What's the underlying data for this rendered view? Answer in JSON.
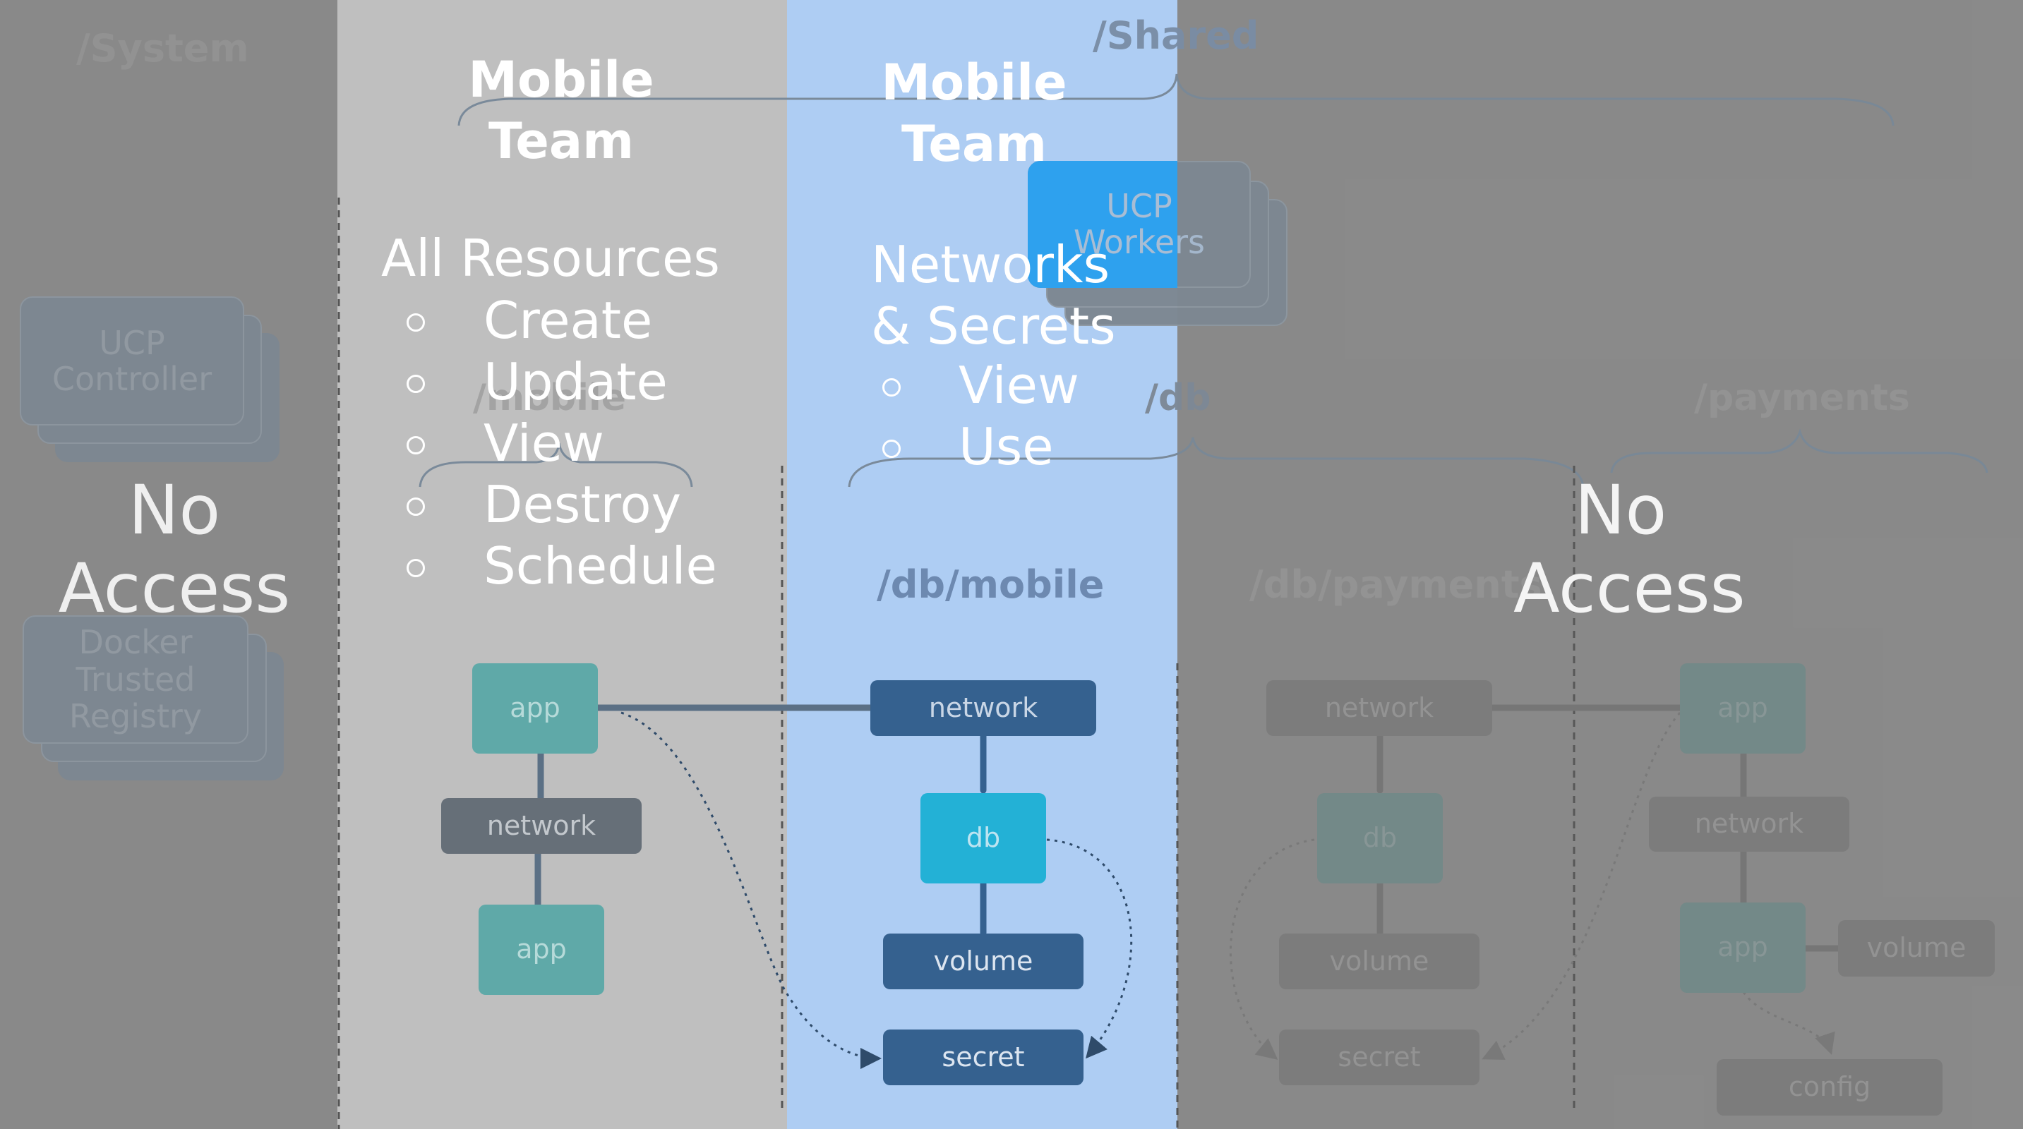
{
  "colors": {
    "background": "#8b8b8b",
    "panel_gray": "#bfbfbf",
    "panel_blue": "#aecdf3",
    "dark_box": "#35618f",
    "teal_box": "#5fa9a8",
    "cyan_box": "#23b1d6",
    "slate_box": "#666f78",
    "ucp_blue": "#2ea1ee",
    "faded_box": "#7d7d7d",
    "faded_text": "#969696",
    "white": "#ffffff"
  },
  "background_labels": {
    "system": "/System",
    "shared": "/Shared",
    "mobile": "/mobile",
    "db": "/db",
    "payments": "/payments",
    "db_mobile": "/db/mobile",
    "db_payments": "/db/payments"
  },
  "system_nodes": {
    "ucp_controller": [
      "UCP",
      "Controller"
    ],
    "docker_trusted_registry": [
      "Docker",
      "Trusted",
      "Registry"
    ]
  },
  "shared_nodes": {
    "ucp_workers": [
      "UCP",
      "Workers"
    ]
  },
  "access": {
    "left": [
      "No",
      "Access"
    ],
    "right": [
      "No",
      "Access"
    ]
  },
  "grant_all": {
    "team": [
      "Mobile",
      "Team"
    ],
    "heading": "All Resources",
    "permissions": [
      "Create",
      "Update",
      "View",
      "Destroy",
      "Schedule"
    ]
  },
  "grant_shared": {
    "team": [
      "Mobile",
      "Team"
    ],
    "heading": [
      "Networks",
      "& Secrets"
    ],
    "permissions": [
      "View",
      "Use"
    ]
  },
  "mobile_nodes": {
    "app_top": "app",
    "network": "network",
    "app_bottom": "app"
  },
  "db_mobile_nodes": {
    "network": "network",
    "db": "db",
    "volume": "volume",
    "secret": "secret"
  },
  "db_payments_nodes": {
    "network": "network",
    "db": "db",
    "volume": "volume",
    "secret": "secret"
  },
  "payments_nodes": {
    "app_top": "app",
    "network": "network",
    "app_bottom": "app",
    "volume": "volume",
    "config": "config"
  }
}
